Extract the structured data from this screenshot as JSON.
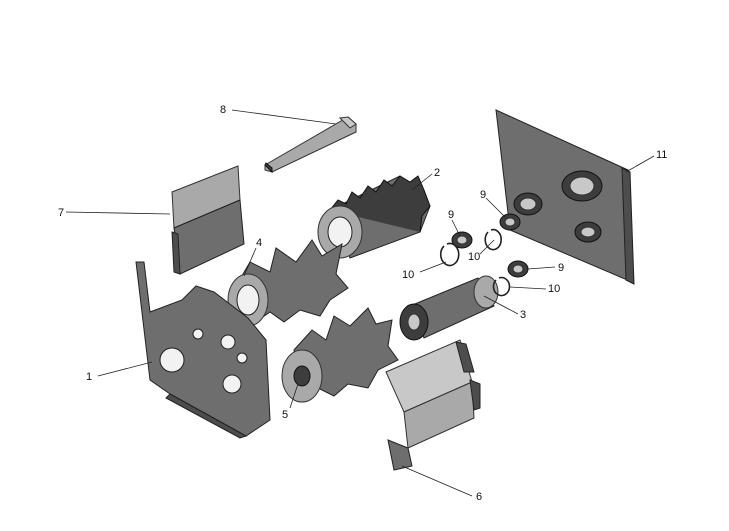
{
  "callouts": [
    {
      "id": "1",
      "label": "1"
    },
    {
      "id": "2",
      "label": "2"
    },
    {
      "id": "3",
      "label": "3"
    },
    {
      "id": "4",
      "label": "4"
    },
    {
      "id": "5",
      "label": "5"
    },
    {
      "id": "6",
      "label": "6"
    },
    {
      "id": "7",
      "label": "7"
    },
    {
      "id": "8",
      "label": "8"
    },
    {
      "id": "9a",
      "label": "9"
    },
    {
      "id": "9b",
      "label": "9"
    },
    {
      "id": "9c",
      "label": "9"
    },
    {
      "id": "10a",
      "label": "10"
    },
    {
      "id": "10b",
      "label": "10"
    },
    {
      "id": "10c",
      "label": "10"
    },
    {
      "id": "11",
      "label": "11"
    }
  ]
}
